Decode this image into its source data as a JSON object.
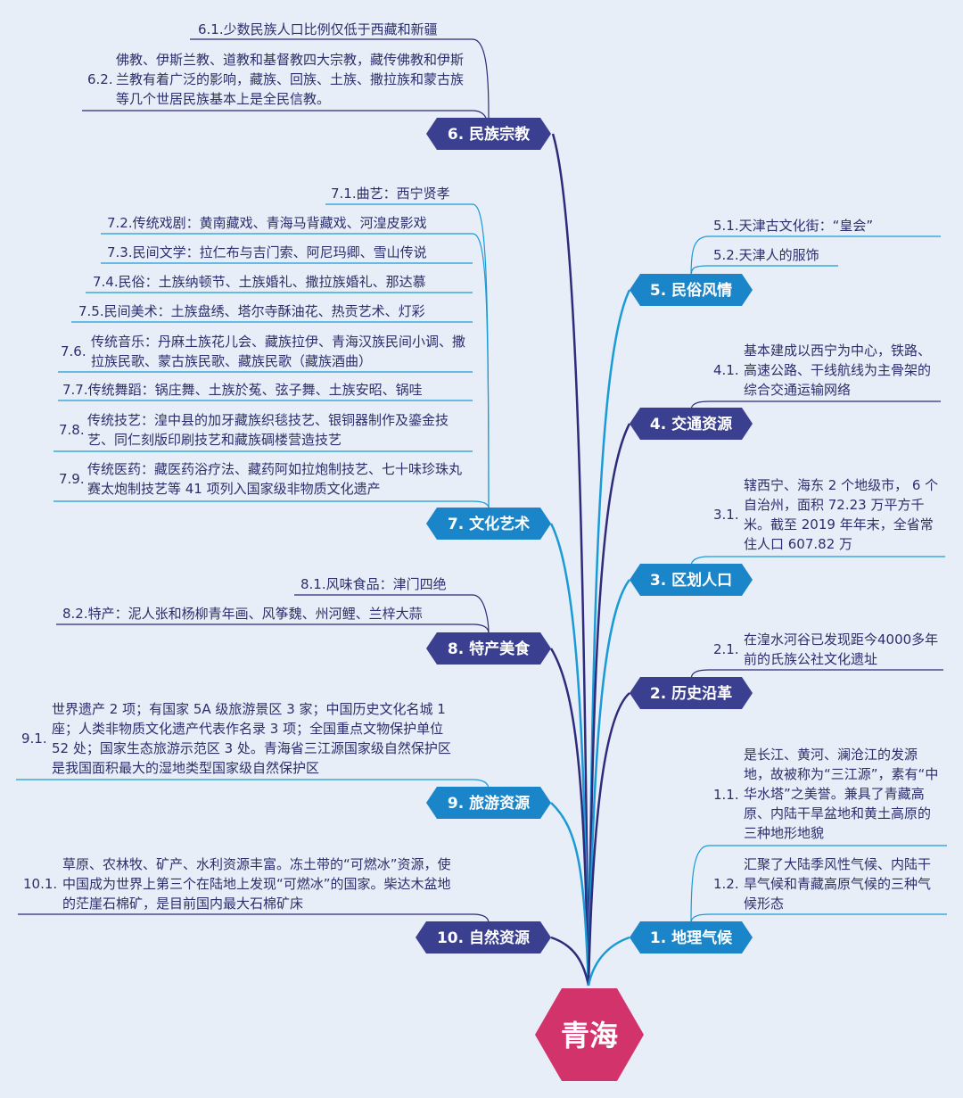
{
  "center": {
    "label": "青海",
    "color": "#d2336a"
  },
  "colors": {
    "left_node": "#3a3f8f",
    "right_node": "#1a86c9",
    "line_dark": "#2f2a7a",
    "line_light": "#1a9ad6"
  },
  "nodes": {
    "n6": "6. 民族宗教",
    "n7": "7. 文化艺术",
    "n8": "8. 特产美食",
    "n9": "9. 旅游资源",
    "n10": "10. 自然资源",
    "n5": "5. 民俗风情",
    "n4": "4. 交通资源",
    "n3": "3. 区划人口",
    "n2": "2. 历史沿革",
    "n1": "1. 地理气候"
  },
  "leaves": {
    "l61": "6.1.少数民族人口比例仅低于西藏和新疆",
    "l62_num": "6.2.",
    "l62": "佛教、伊斯兰教、道教和基督教四大宗教，藏传佛教和伊斯兰教有着广泛的影响，藏族、回族、土族、撒拉族和蒙古族等几个世居民族基本上是全民信教。",
    "l71": "7.1.曲艺：西宁贤孝",
    "l72": "7.2.传统戏剧：黄南藏戏、青海马背藏戏、河湟皮影戏",
    "l73": "7.3.民间文学：拉仁布与吉门索、阿尼玛卿、雪山传说",
    "l74": "7.4.民俗：土族纳顿节、土族婚礼、撒拉族婚礼、那达慕",
    "l75": "7.5.民间美术：土族盘绣、塔尔寺酥油花、热贡艺术、灯彩",
    "l76_num": "7.6.",
    "l76": "传统音乐：丹麻土族花儿会、藏族拉伊、青海汉族民间小调、撒拉族民歌、蒙古族民歌、藏族民歌（藏族酒曲）",
    "l77": "7.7.传统舞蹈：锅庄舞、土族於菟、弦子舞、土族安昭、锅哇",
    "l78_num": "7.8.",
    "l78": "传统技艺：湟中县的加牙藏族织毯技艺、银铜器制作及鎏金技艺、同仁刻版印刷技艺和藏族碉楼营造技艺",
    "l79_num": "7.9.",
    "l79": "传统医药：藏医药浴疗法、藏药阿如拉炮制技艺、七十味珍珠丸赛太炮制技艺等 41 项列入国家级非物质文化遗产",
    "l81": "8.1.风味食品：津门四绝",
    "l82": "8.2.特产：泥人张和杨柳青年画、风筝魏、州河鲤、兰梓大蒜",
    "l91_num": "9.1.",
    "l91": "世界遗产 2 项；有国家 5A 级旅游景区 3 家；中国历史文化名城 1 座；人类非物质文化遗产代表作名录 3 项；全国重点文物保护单位 52 处；国家生态旅游示范区 3 处。青海省三江源国家级自然保护区是我国面积最大的湿地类型国家级自然保护区",
    "l101_num": "10.1.",
    "l101": "草原、农林牧、矿产、水利资源丰富。冻土带的“可燃冰”资源，使中国成为世界上第三个在陆地上发现“可燃冰”的国家。柴达木盆地的茫崖石棉矿，是目前国内最大石棉矿床",
    "l51": "5.1.天津古文化街：“皇会”",
    "l52": "5.2.天津人的服饰",
    "l41_num": "4.1.",
    "l41": "基本建成以西宁为中心，铁路、高速公路、干线航线为主骨架的综合交通运输网络",
    "l31_num": "3.1.",
    "l31": "辖西宁、海东 2 个地级市， 6 个自治州，面积 72.23 万平方千米。截至 2019 年年末，全省常住人口 607.82 万",
    "l21_num": "2.1.",
    "l21": "在湟水河谷已发现距今4000多年前的氏族公社文化遗址",
    "l11_num": "1.1.",
    "l11": "是长江、黄河、澜沧江的发源地，故被称为“三江源”，素有“中华水塔”之美誉。兼具了青藏高原、内陆干旱盆地和黄土高原的三种地形地貌",
    "l12_num": "1.2.",
    "l12": "汇聚了大陆季风性气候、内陆干旱气候和青藏高原气候的三种气候形态"
  }
}
